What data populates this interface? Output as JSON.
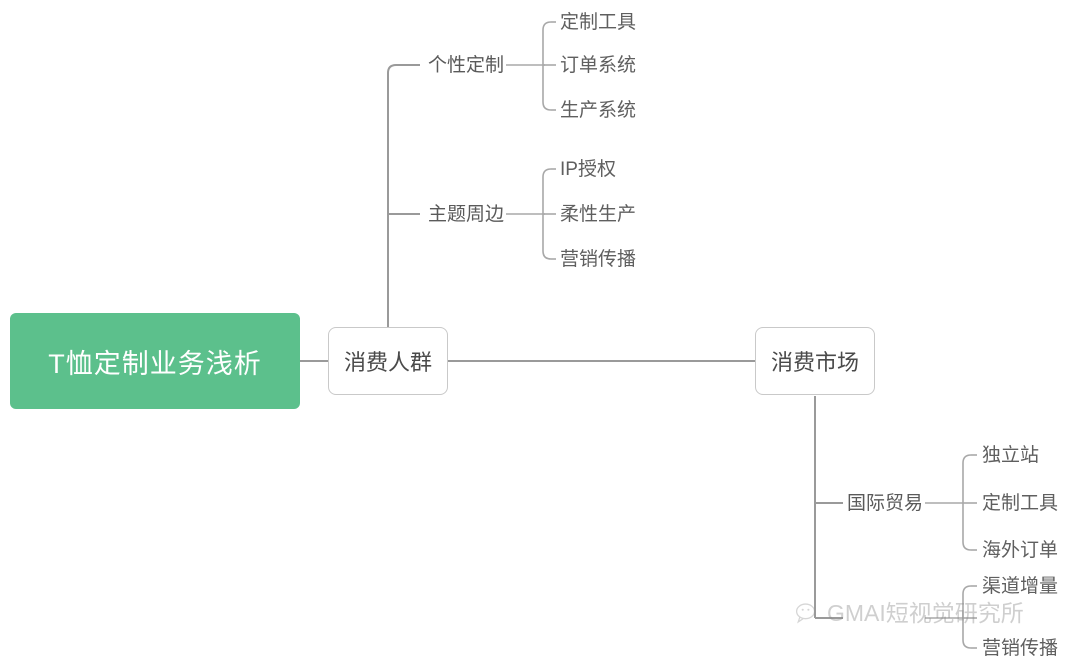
{
  "diagram": {
    "type": "mind-map",
    "title": "T恤定制业务浅析",
    "root": {
      "label": "T恤定制业务浅析",
      "color": "#5cc08c",
      "text_color": "#ffffff"
    },
    "nodes": {
      "consumer_group": "消费人群",
      "consumer_market": "消费市场"
    },
    "branches": [
      {
        "id": "personal-customization",
        "label": "个性定制",
        "parent": "消费人群",
        "children": [
          "定制工具",
          "订单系统",
          "生产系统"
        ]
      },
      {
        "id": "theme-peripherals",
        "label": "主题周边",
        "parent": "消费人群",
        "children": [
          "IP授权",
          "柔性生产",
          "营销传播"
        ]
      },
      {
        "id": "international-trade",
        "label": "国际贸易",
        "parent": "消费市场",
        "children": [
          "独立站",
          "定制工具",
          "海外订单"
        ]
      },
      {
        "id": "domestic-trade",
        "label": "",
        "parent": "消费市场",
        "children": [
          "渠道增量",
          "",
          "营销传播"
        ]
      }
    ]
  },
  "watermark": {
    "text": "GMAI短视觉研究所",
    "icon": "wechat-icon",
    "color": "#8a8a8a"
  },
  "colors": {
    "accent_green": "#5cc08c",
    "line_gray": "#9a9a9a",
    "node_border": "#c9c9c9",
    "text_gray": "#5a5a5a"
  }
}
